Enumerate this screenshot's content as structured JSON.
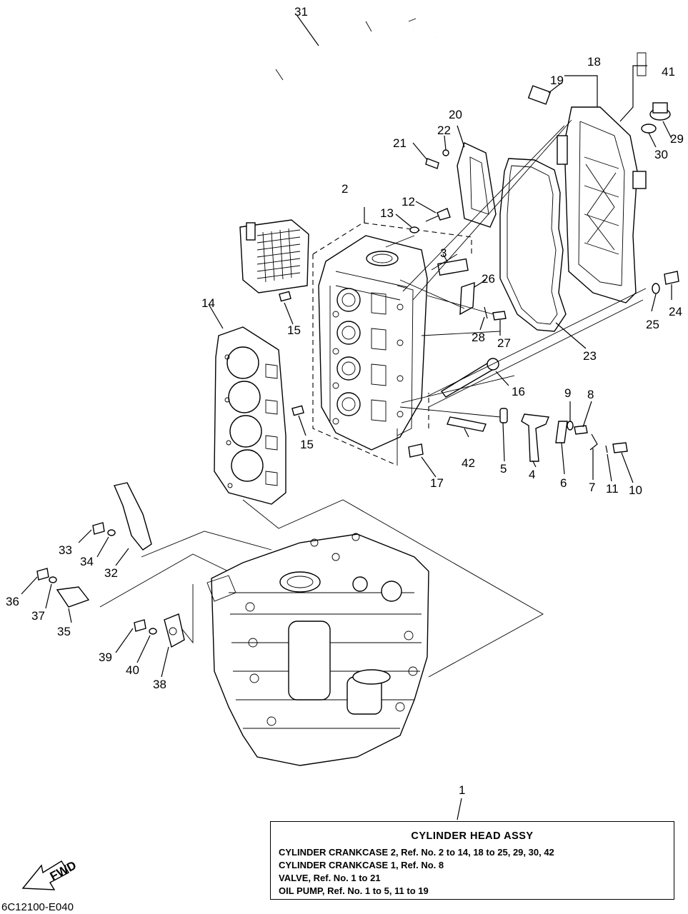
{
  "callouts": [
    {
      "id": "c1",
      "text": "1"
    },
    {
      "id": "c2",
      "text": "2"
    },
    {
      "id": "c3",
      "text": "3"
    },
    {
      "id": "c4",
      "text": "4"
    },
    {
      "id": "c5",
      "text": "5"
    },
    {
      "id": "c6",
      "text": "6"
    },
    {
      "id": "c7",
      "text": "7"
    },
    {
      "id": "c8",
      "text": "8"
    },
    {
      "id": "c9",
      "text": "9"
    },
    {
      "id": "c10",
      "text": "10"
    },
    {
      "id": "c11",
      "text": "11"
    },
    {
      "id": "c12",
      "text": "12"
    },
    {
      "id": "c13",
      "text": "13"
    },
    {
      "id": "c14",
      "text": "14"
    },
    {
      "id": "c15a",
      "text": "15"
    },
    {
      "id": "c15b",
      "text": "15"
    },
    {
      "id": "c16",
      "text": "16"
    },
    {
      "id": "c17",
      "text": "17"
    },
    {
      "id": "c18",
      "text": "18"
    },
    {
      "id": "c19",
      "text": "19"
    },
    {
      "id": "c20",
      "text": "20"
    },
    {
      "id": "c21",
      "text": "21"
    },
    {
      "id": "c22",
      "text": "22"
    },
    {
      "id": "c23",
      "text": "23"
    },
    {
      "id": "c24",
      "text": "24"
    },
    {
      "id": "c25",
      "text": "25"
    },
    {
      "id": "c26",
      "text": "26"
    },
    {
      "id": "c27",
      "text": "27"
    },
    {
      "id": "c28",
      "text": "28"
    },
    {
      "id": "c29",
      "text": "29"
    },
    {
      "id": "c30",
      "text": "30"
    },
    {
      "id": "c31",
      "text": "31"
    },
    {
      "id": "c32",
      "text": "32"
    },
    {
      "id": "c33",
      "text": "33"
    },
    {
      "id": "c34",
      "text": "34"
    },
    {
      "id": "c35",
      "text": "35"
    },
    {
      "id": "c36",
      "text": "36"
    },
    {
      "id": "c37",
      "text": "37"
    },
    {
      "id": "c38",
      "text": "38"
    },
    {
      "id": "c39",
      "text": "39"
    },
    {
      "id": "c40",
      "text": "40"
    },
    {
      "id": "c41",
      "text": "41"
    },
    {
      "id": "c42",
      "text": "42"
    }
  ],
  "legend": {
    "title": "CYLINDER  HEAD ASSY",
    "lines": [
      "CYLINDER CRANKCASE 2,  Ref. No. 2 to 14, 18 to 25, 29, 30, 42",
      "CYLINDER CRANKCASE 1,  Ref. No. 8",
      "VALVE,    Ref. No. 1 to 21",
      "OIL PUMP,  Ref. No. 1 to 5, 11 to 19"
    ]
  },
  "fwd_label": "FWD",
  "diagram_code": "6C12100-E040"
}
